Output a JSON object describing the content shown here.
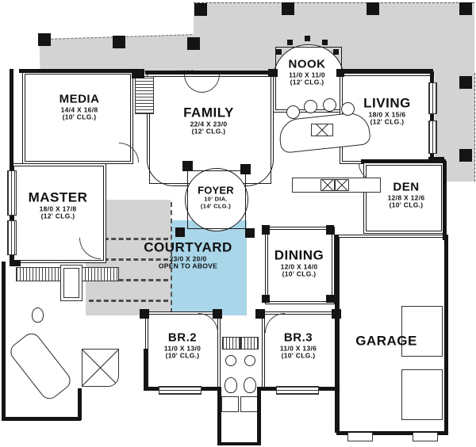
{
  "title": "Courtyard house floor plan",
  "colors": {
    "background": "#ffffff",
    "porch_gray": "#d3d3d3",
    "courtyard_blue": "#a9d6e9",
    "wall_black": "#141414"
  },
  "rooms": {
    "media": {
      "name": "MEDIA",
      "dims": "14/4 X 16/8",
      "ceiling": "(10' CLG.)"
    },
    "family": {
      "name": "FAMILY",
      "dims": "22/4 X 23/0",
      "ceiling": "(12' CLG.)"
    },
    "nook": {
      "name": "NOOK",
      "dims": "11/0 X 11/0",
      "ceiling": "(12' CLG.)"
    },
    "living": {
      "name": "LIVING",
      "dims": "18/0 X 15/6",
      "ceiling": "(12' CLG.)"
    },
    "master": {
      "name": "MASTER",
      "dims": "18/0 X 17/8",
      "ceiling": "(12' CLG.)"
    },
    "foyer": {
      "name": "FOYER",
      "dims": "10' DIA.",
      "ceiling": "(14' CLG.)"
    },
    "courtyard": {
      "name": "COURTYARD",
      "dims": "23/0 X 20/0",
      "ceiling": "OPEN TO ABOVE"
    },
    "dining": {
      "name": "DINING",
      "dims": "12/0 X 14/0",
      "ceiling": "(10' CLG.)"
    },
    "den": {
      "name": "DEN",
      "dims": "12/8 X 12/6",
      "ceiling": "(10' CLG.)"
    },
    "br2": {
      "name": "BR.2",
      "dims": "11/0 X 13/0",
      "ceiling": "(10' CLG.)"
    },
    "br3": {
      "name": "BR.3",
      "dims": "11/0 X 13/6",
      "ceiling": "(10' CLG.)"
    },
    "garage": {
      "name": "GARAGE"
    }
  }
}
